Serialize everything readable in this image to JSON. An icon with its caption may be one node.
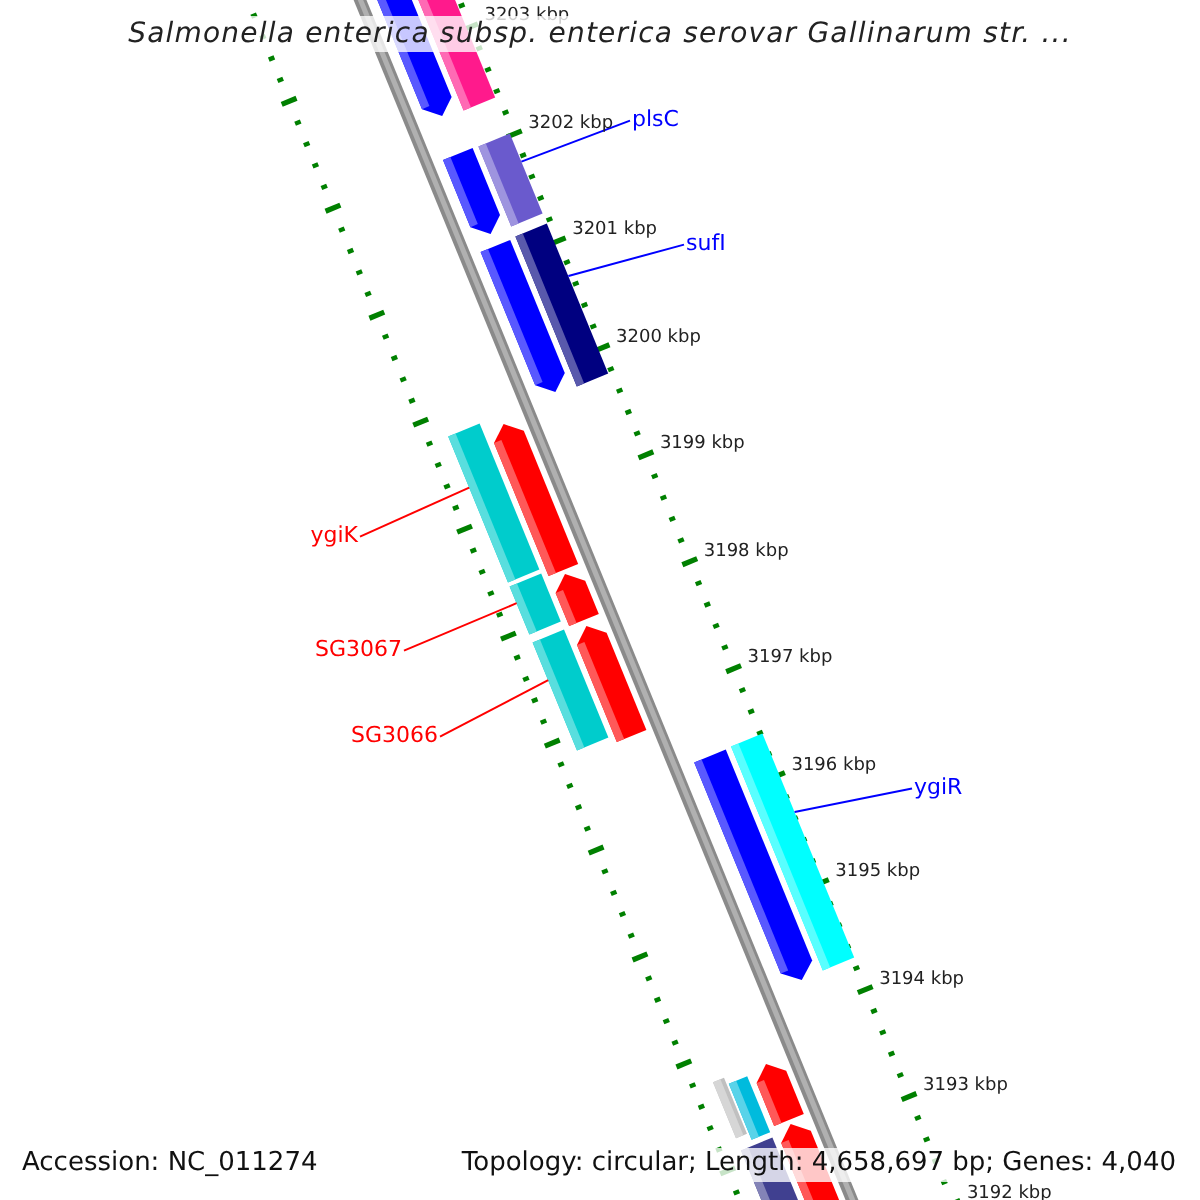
{
  "diagram": {
    "title": "Salmonella enterica subsp. enterica serovar Gallinarum str. ...",
    "nodes": [
      {
        "text": [
          "plsC"
        ]
      },
      {
        "text": [
          "sufI"
        ]
      },
      {
        "text": [
          "ygiK"
        ]
      },
      {
        "text": [
          "SG3067"
        ]
      },
      {
        "text": [
          "SG3066"
        ]
      },
      {
        "text": [
          "ygiR"
        ]
      },
      {
        "text": [],
        "shape": "bar"
      },
      {
        "text": [],
        "shape": "bar"
      },
      {
        "text": [],
        "shape": "bar"
      },
      {
        "text": [],
        "shape": "bar"
      },
      {
        "text": [],
        "shape": "bar"
      },
      {
        "text": [],
        "shape": "bar"
      }
    ],
    "edges": [
      {
        "from": 0,
        "to": 6,
        "arrow": "none",
        "color": "#0000ff"
      },
      {
        "from": 1,
        "to": 7,
        "arrow": "none",
        "color": "#0000ff"
      },
      {
        "from": 2,
        "to": 8,
        "arrow": "none",
        "color": "#ff0000"
      },
      {
        "from": 3,
        "to": 9,
        "arrow": "none",
        "color": "#ff0000"
      },
      {
        "from": 4,
        "to": 10,
        "arrow": "none",
        "color": "#ff0000"
      },
      {
        "from": 5,
        "to": 11,
        "arrow": "none",
        "color": "#0000ff"
      }
    ],
    "labels": [
      "3203 kbp",
      "3202 kbp",
      "3201 kbp",
      "3200 kbp",
      "3199 kbp",
      "3198 kbp",
      "3197 kbp",
      "3196 kbp",
      "3195 kbp",
      "3194 kbp",
      "3193 kbp",
      "3192 kbp",
      "Accession: NC_011274",
      "Topology: circular; Length: 4,658,697 bp; Genes: 4,040"
    ]
  }
}
